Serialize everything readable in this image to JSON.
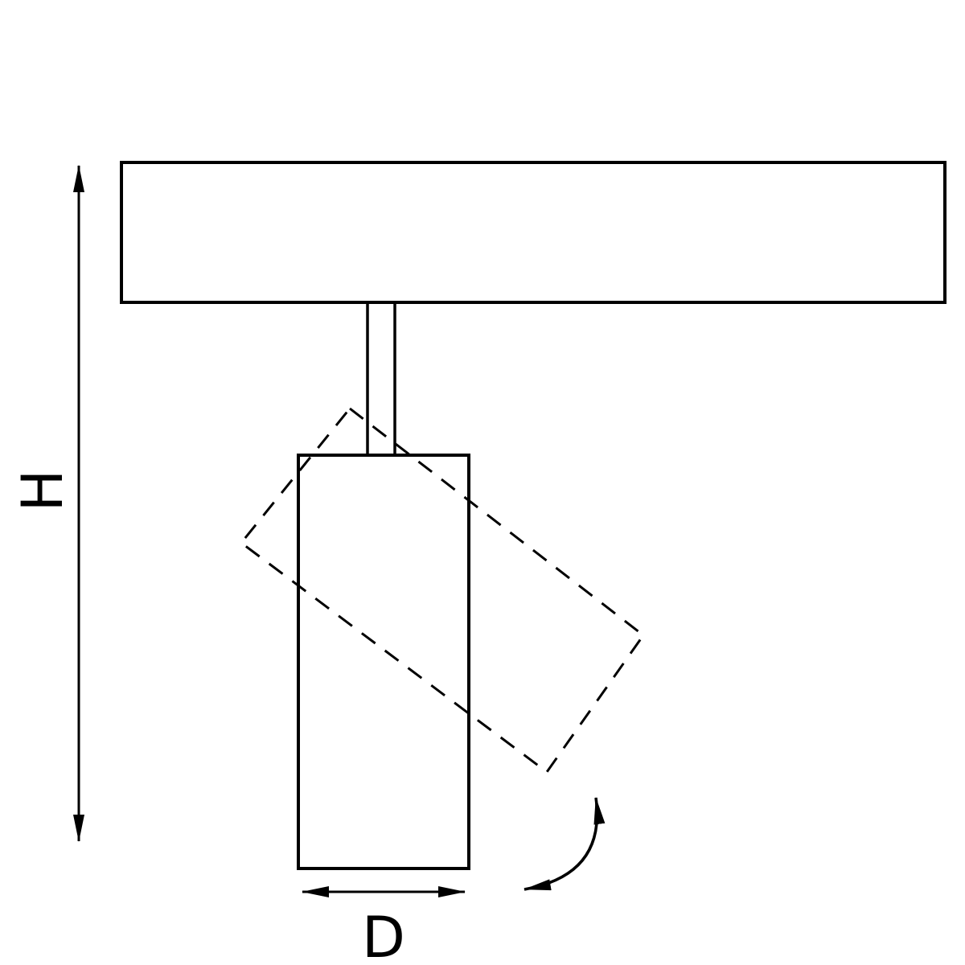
{
  "diagram": {
    "kind": "technical-dimension-drawing",
    "labels": {
      "height": "H",
      "diameter": "D"
    },
    "colors": {
      "line": "#000000",
      "background": "#ffffff"
    }
  }
}
